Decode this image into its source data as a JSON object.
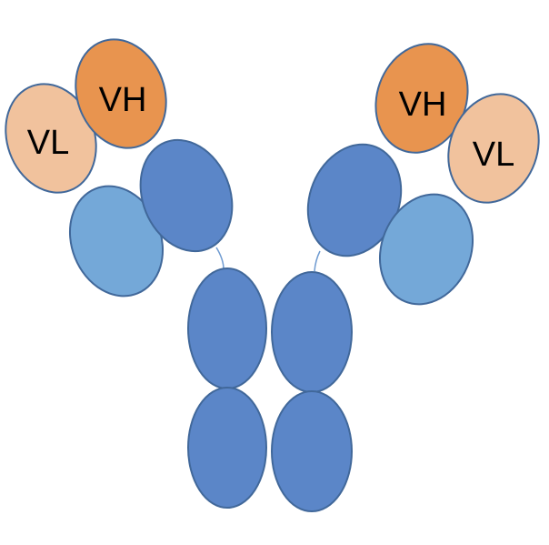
{
  "colors": {
    "heavy_constant": "#5b86c8",
    "light_constant": "#74a8d8",
    "variable_heavy": "#e8944f",
    "variable_light": "#f1c29d",
    "outline": "#41689a",
    "hinge": "#6f9bd1",
    "background": "#ffffff"
  },
  "labels": {
    "left_vh": "VH",
    "left_vl": "VL",
    "right_vh": "VH",
    "right_vl": "VL"
  }
}
